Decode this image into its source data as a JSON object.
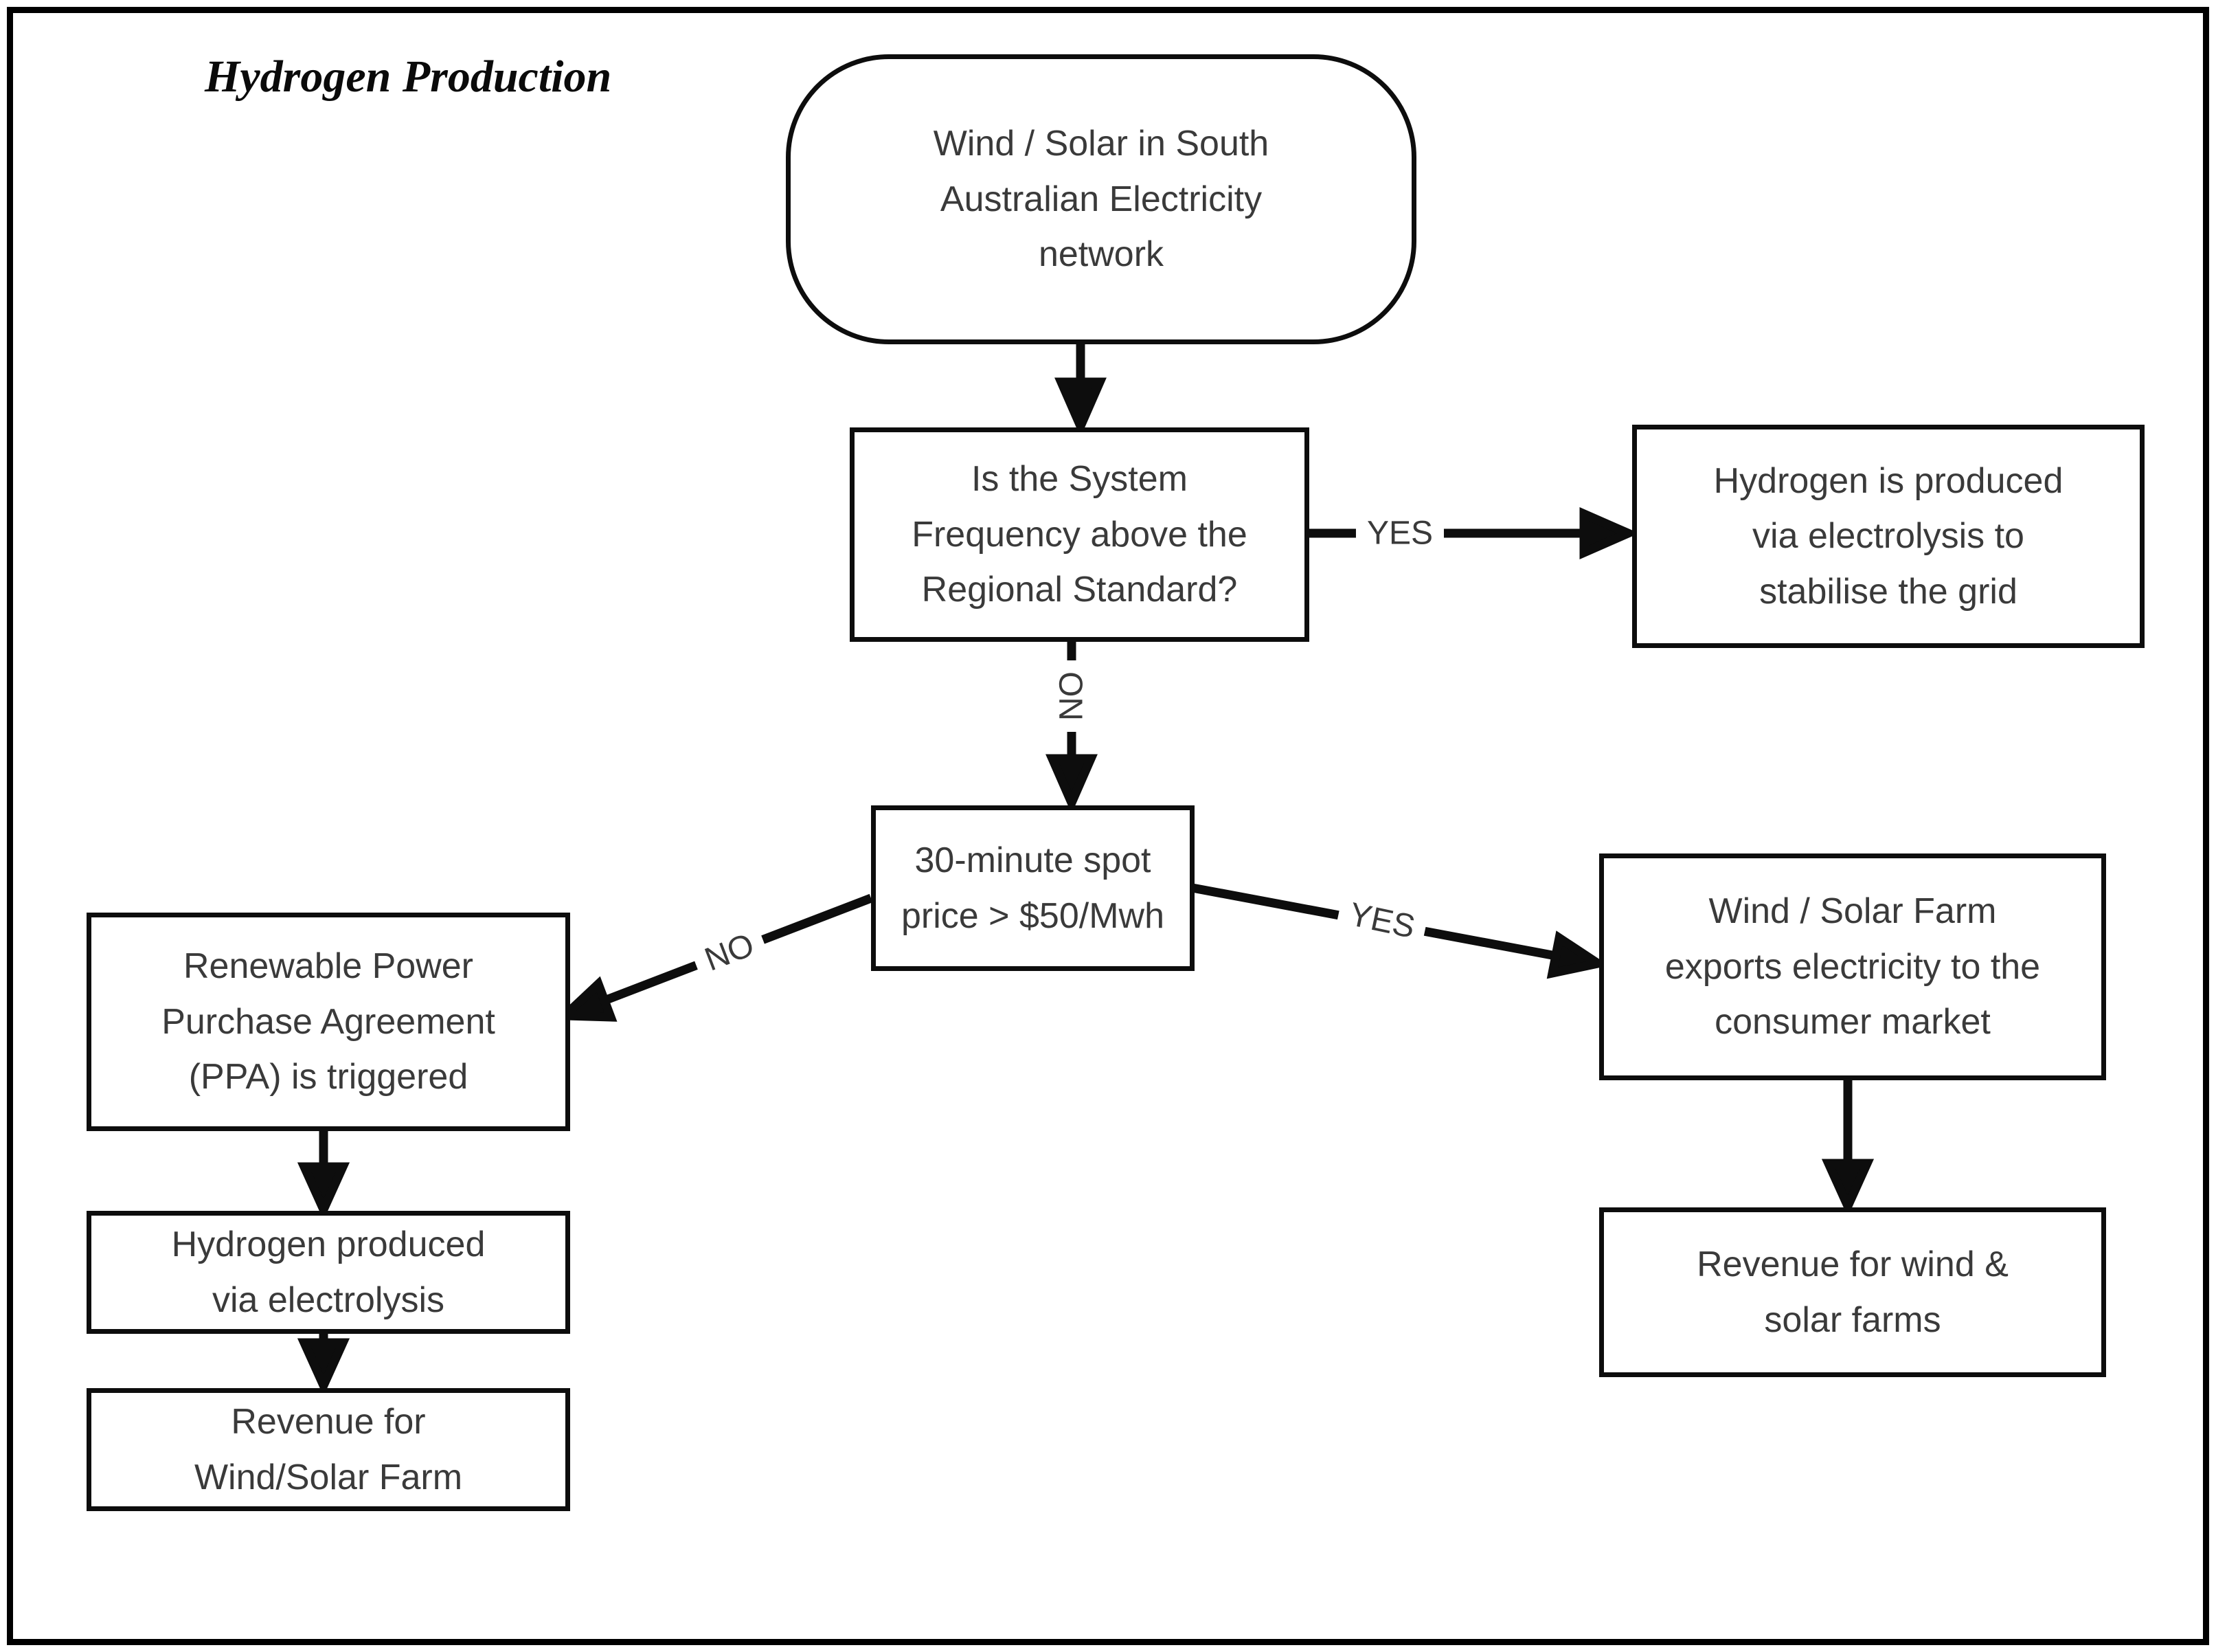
{
  "title": "Hydrogen Production",
  "nodes": {
    "source": {
      "text": "Wind / Solar in South\nAustralian Electricity\nnetwork"
    },
    "frequency_check": {
      "text": "Is the System\nFrequency above the\nRegional Standard?"
    },
    "stabilise": {
      "text": "Hydrogen is produced\nvia electrolysis to\nstabilise the grid"
    },
    "spot_price": {
      "text": "30-minute spot\nprice > $50/Mwh"
    },
    "ppa": {
      "text": "Renewable Power\nPurchase Agreement\n(PPA) is triggered"
    },
    "exports": {
      "text": "Wind / Solar Farm\nexports electricity to the\nconsumer market"
    },
    "electrolysis": {
      "text": "Hydrogen produced\nvia electrolysis"
    },
    "revenue_farm": {
      "text": "Revenue for\nWind/Solar Farm"
    },
    "revenue_farms": {
      "text": "Revenue for wind &\nsolar farms"
    }
  },
  "edges": {
    "frequency_yes": {
      "label": "YES"
    },
    "frequency_no": {
      "label": "NO"
    },
    "price_no": {
      "label": "NO"
    },
    "price_yes": {
      "label": "YES"
    }
  }
}
